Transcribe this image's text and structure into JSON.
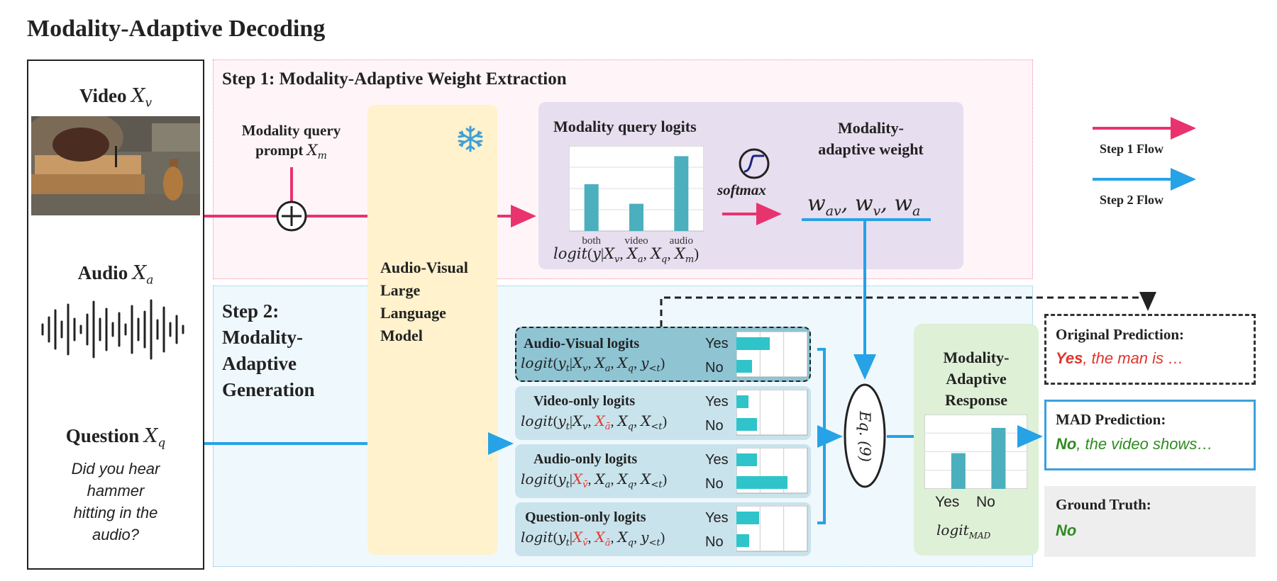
{
  "title": "Modality-Adaptive Decoding",
  "inputs": {
    "video_label": "Video",
    "video_symbol": "X",
    "video_sub": "v",
    "audio_label": "Audio",
    "audio_symbol": "X",
    "audio_sub": "a",
    "question_label": "Question",
    "question_symbol": "X",
    "question_sub": "q",
    "question_text": [
      "Did you hear",
      "hammer",
      "hitting in the",
      "audio?"
    ]
  },
  "step1": {
    "title": "Step 1: Modality-Adaptive Weight Extraction",
    "prompt_label_1": "Modality query",
    "prompt_label_2": "prompt",
    "prompt_symbol": "X",
    "prompt_sub": "m",
    "query_logits_title": "Modality query logits",
    "query_chart_categories": [
      "both",
      "video",
      "audio"
    ],
    "query_chart_values": [
      0.55,
      0.32,
      0.88
    ],
    "query_logit_formula": "logit(y|Xᵥ, Xₐ, X_q, Xₘ)",
    "softmax_label": "softmax",
    "weight_title_1": "Modality-",
    "weight_title_2": "adaptive weight",
    "weights_formula": "w_av, w_v, w_a"
  },
  "step2": {
    "title_lines": [
      "Step 2:",
      "Modality-",
      "Adaptive",
      "Generation"
    ]
  },
  "llm": {
    "title_lines": [
      "Audio-Visual",
      "Large",
      "Language",
      "Model"
    ],
    "frozen_icon": "snowflake-icon"
  },
  "logit_rows": [
    {
      "title": "Audio-Visual logits",
      "yes_value": 0.47,
      "no_value": 0.22
    },
    {
      "title": "Video-only logits",
      "yes_value": 0.17,
      "no_value": 0.29
    },
    {
      "title": "Audio-only logits",
      "yes_value": 0.29,
      "no_value": 0.72
    },
    {
      "title": "Question-only logits",
      "yes_value": 0.32,
      "no_value": 0.18
    }
  ],
  "yes_label": "Yes",
  "no_label": "No",
  "eq_label": "Eq. (9)",
  "mad_response": {
    "title_lines": [
      "Modality-",
      "Adaptive",
      "Response"
    ],
    "categories": [
      "Yes",
      "No"
    ],
    "values": [
      0.48,
      0.82
    ],
    "logit_label": "logit",
    "logit_sub": "MAD"
  },
  "legend": {
    "step1_flow": "Step 1 Flow",
    "step2_flow": "Step 2 Flow",
    "step1_color": "#e8336e",
    "step2_color": "#26a2e6"
  },
  "predictions": {
    "original_title": "Original Prediction:",
    "original_answer": "Yes",
    "original_rest": ", the man is …",
    "mad_title": "MAD Prediction:",
    "mad_answer": "No",
    "mad_rest": ", the video shows…",
    "gt_title": "Ground Truth:",
    "gt_answer": "No"
  }
}
